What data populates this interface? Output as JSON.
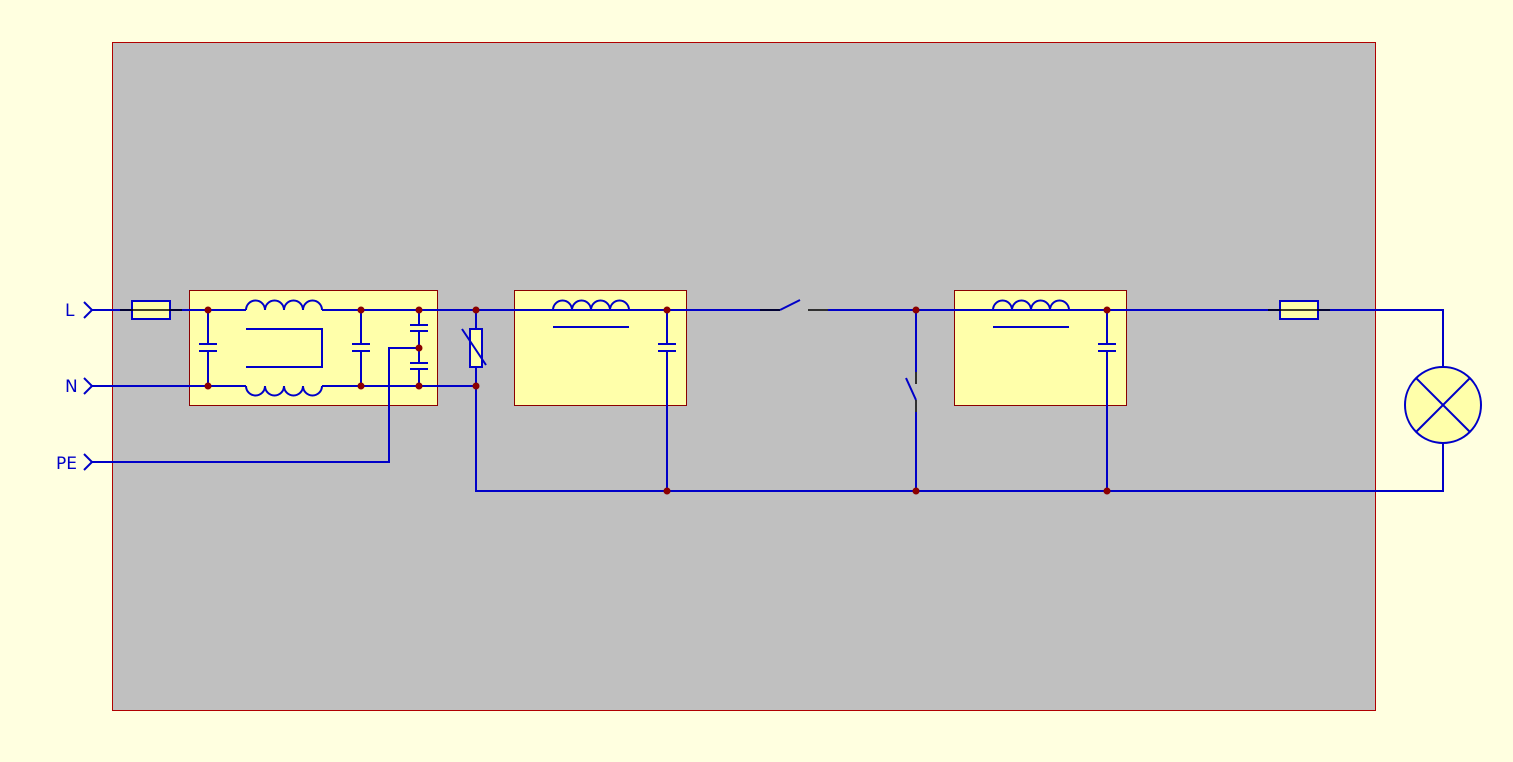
{
  "colors": {
    "background": "#ffffe0",
    "enclosure_fill": "#c0c0c0",
    "enclosure_border": "#b00000",
    "wire": "#0000c8",
    "node": "#8b0000",
    "subcircuit_fill": "#ffffaa"
  },
  "terminals": {
    "line": "L",
    "neutral": "N",
    "protective_earth": "PE"
  },
  "components": {
    "input_fuse": "fuse-icon",
    "emi_filter": "filter-block",
    "varistor": "varistor-icon",
    "choke_filter_1": "filter-block",
    "series_switch": "switch-icon",
    "shunt_switch": "switch-icon",
    "choke_filter_2": "filter-block",
    "output_fuse": "fuse-icon",
    "lamp": "lamp-icon"
  }
}
